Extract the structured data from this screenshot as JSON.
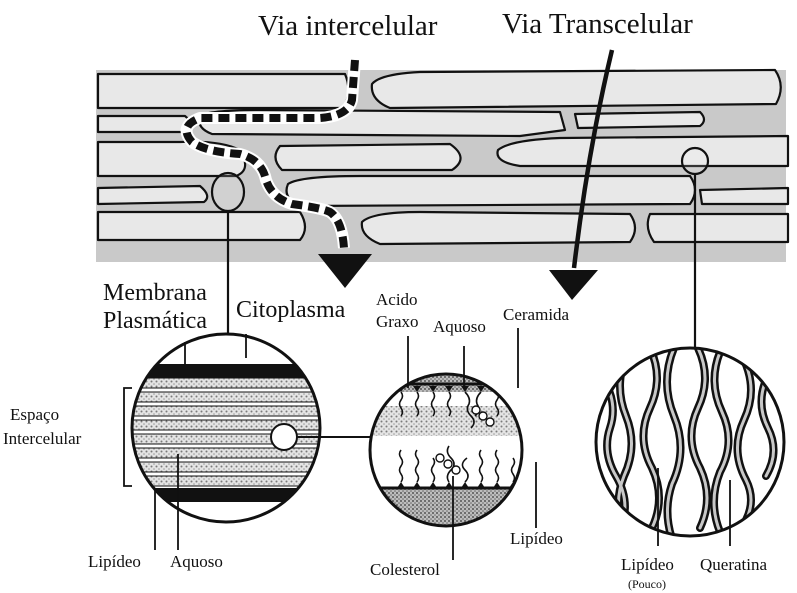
{
  "labels": {
    "via_intercelular": "Via intercelular",
    "via_transcelular": "Via Transcelular",
    "membrana": "Membrana",
    "plasmatica": "Plasmática",
    "citoplasma": "Citoplasma",
    "espaco": "Espaço",
    "intercelular": "Intercelular",
    "acido": "Acido",
    "graxo": "Graxo",
    "aquoso_mid": "Aquoso",
    "ceramida": "Ceramida",
    "lipideo_left": "Lipídeo",
    "aquoso_left": "Aquoso",
    "colesterol": "Colesterol",
    "lipideo_mid": "Lipídeo",
    "lipideo_right": "Lipídeo",
    "pouco": "(Pouco)",
    "queratina": "Queratina"
  },
  "colors": {
    "ink": "#111111",
    "cell_fill": "#e7e7e7",
    "stroke_layer": "#d6d6d6",
    "stipple": "#8a8a8a"
  }
}
